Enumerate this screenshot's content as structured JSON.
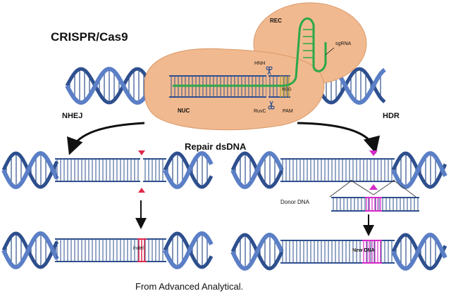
{
  "title": "CRISPR/Cas9",
  "cas9": {
    "rec": "REC",
    "nuc": "NUC",
    "hnh": "HNH",
    "ruvc": "RuvC",
    "sgrna": "sgRNA",
    "pam": "PAM",
    "pam_seq": "NGG"
  },
  "pathways": {
    "nhej": "NHEJ",
    "hdr": "HDR",
    "repair": "Repair dsDNA"
  },
  "labels": {
    "donor": "Donor DNA",
    "indel": "indel",
    "new_dna": "New DNA"
  },
  "caption": "From Advanced Analytical.",
  "colors": {
    "dna": "#5b7fc6",
    "dna_dark": "#2e4f8e",
    "protein": "#f1b98f",
    "protein_edge": "#d89868",
    "rna": "#2aa84a",
    "cut_red": "#e0284a",
    "insert_magenta": "#d42ac8"
  }
}
